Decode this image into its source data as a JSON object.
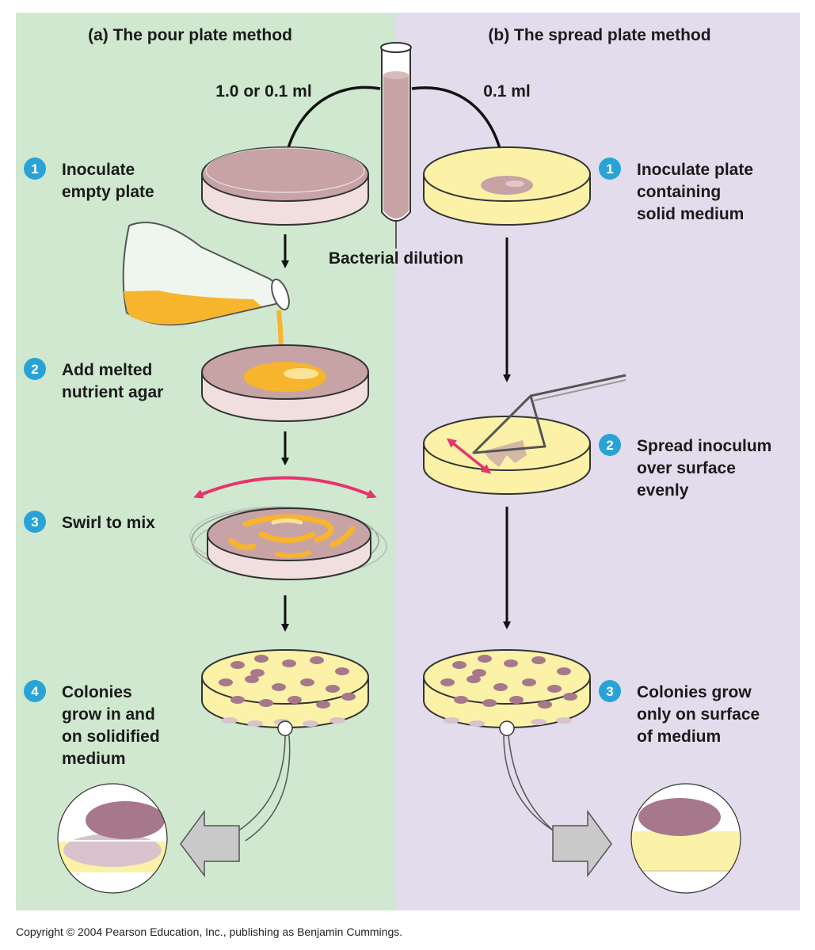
{
  "panel_a": {
    "title": "(a) The pour plate method",
    "volume": "1.0 or 0.1 ml",
    "steps": [
      {
        "num": "1",
        "lines": [
          "Inoculate",
          "empty plate"
        ]
      },
      {
        "num": "2",
        "lines": [
          "Add melted",
          "nutrient agar"
        ]
      },
      {
        "num": "3",
        "lines": [
          "Swirl to mix"
        ]
      },
      {
        "num": "4",
        "lines": [
          "Colonies",
          "grow in and",
          "on solidified",
          "medium"
        ]
      }
    ]
  },
  "panel_b": {
    "title": "(b) The spread plate method",
    "volume": "0.1 ml",
    "steps": [
      {
        "num": "1",
        "lines": [
          "Inoculate plate",
          "containing",
          "solid medium"
        ]
      },
      {
        "num": "2",
        "lines": [
          "Spread inoculum",
          "over surface",
          "evenly"
        ]
      },
      {
        "num": "3",
        "lines": [
          "Colonies grow",
          "only on surface",
          "of medium"
        ]
      }
    ]
  },
  "tube_label": "Bacterial dilution",
  "copyright": "Copyright © 2004 Pearson Education, Inc., publishing as Benjamin Cummings.",
  "colors": {
    "panel_a_bg": "#cfe8cf",
    "panel_b_bg": "#e3dcec",
    "step_badge": "#29a3d6",
    "sample_pink": "#c7a3a6",
    "medium_yellow": "#fbf2a8",
    "agar_orange": "#f6b52c",
    "colony_purple": "#a7778b",
    "swirl_arrow": "#e8336e"
  }
}
